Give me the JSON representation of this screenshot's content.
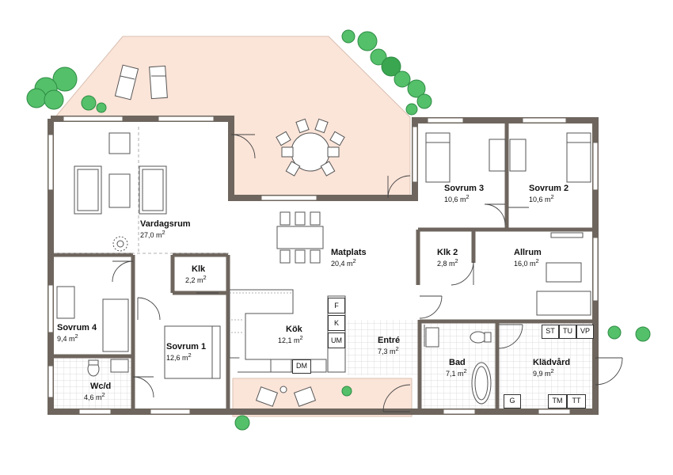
{
  "colors": {
    "wall": "#6e665e",
    "terrace": "#fbe4d8",
    "tile_line": "#c8c8c8",
    "tree": "#54c06a",
    "tree_dark": "#2e8c44"
  },
  "rooms": {
    "vardagsrum": {
      "name": "Vardagsrum",
      "area": "27,0 m",
      "sup": "2"
    },
    "matplats": {
      "name": "Matplats",
      "area": "20,4 m",
      "sup": "2"
    },
    "klk": {
      "name": "Klk",
      "area": "2,2 m",
      "sup": "2"
    },
    "kok": {
      "name": "Kök",
      "area": "12,1 m",
      "sup": "2"
    },
    "sovrum1": {
      "name": "Sovrum 1",
      "area": "12,6 m",
      "sup": "2"
    },
    "sovrum2": {
      "name": "Sovrum 2",
      "area": "10,6 m",
      "sup": "2"
    },
    "sovrum3": {
      "name": "Sovrum 3",
      "area": "10,6 m",
      "sup": "2"
    },
    "sovrum4": {
      "name": "Sovrum 4",
      "area": "9,4 m",
      "sup": "2"
    },
    "klk2": {
      "name": "Klk 2",
      "area": "2,8 m",
      "sup": "2"
    },
    "allrum": {
      "name": "Allrum",
      "area": "16,0 m",
      "sup": "2"
    },
    "entre": {
      "name": "Entré",
      "area": "7,3 m",
      "sup": "2"
    },
    "bad": {
      "name": "Bad",
      "area": "7,1 m",
      "sup": "2"
    },
    "kladvard": {
      "name": "Klädvård",
      "area": "9,9 m",
      "sup": "2"
    },
    "wcd": {
      "name": "Wc/d",
      "area": "4,6 m",
      "sup": "2"
    }
  },
  "fixtures": {
    "f": "F",
    "k": "K",
    "um": "UM",
    "dm": "DM",
    "st": "ST",
    "tu": "TU",
    "vp": "VP",
    "g": "G",
    "tm": "TM",
    "tt": "TT"
  }
}
